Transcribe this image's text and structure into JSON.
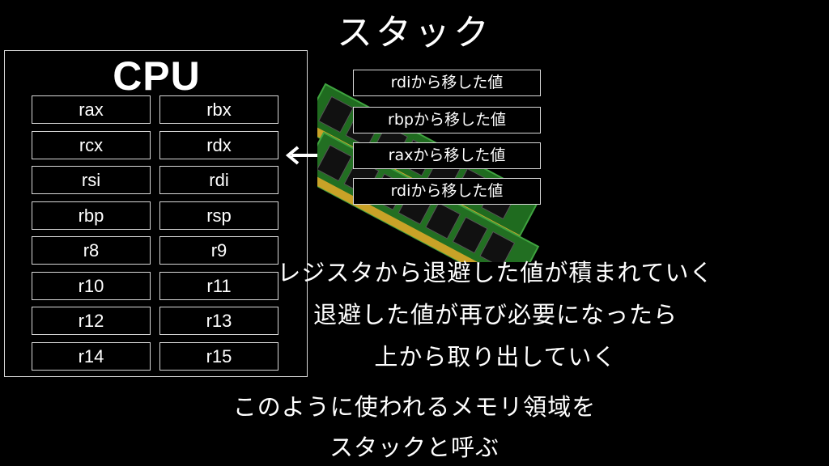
{
  "title": "スタック",
  "cpu": {
    "label": "CPU",
    "registers": [
      [
        "rax",
        "rbx"
      ],
      [
        "rcx",
        "rdx"
      ],
      [
        "rsi",
        "rdi"
      ],
      [
        "rbp",
        "rsp"
      ],
      [
        "r8",
        "r9"
      ],
      [
        "r10",
        "r11"
      ],
      [
        "r12",
        "r13"
      ],
      [
        "r14",
        "r15"
      ]
    ]
  },
  "stack": {
    "items": [
      "rdiから移した値",
      "rbpから移した値",
      "raxから移した値",
      "rdiから移した値"
    ]
  },
  "explanation": [
    "レジスタから退避した値が積まれていく",
    "退避した値が再び必要になったら",
    "上から取り出していく"
  ],
  "conclusion": [
    "このように使われるメモリ領域を",
    "スタックと呼ぶ"
  ]
}
